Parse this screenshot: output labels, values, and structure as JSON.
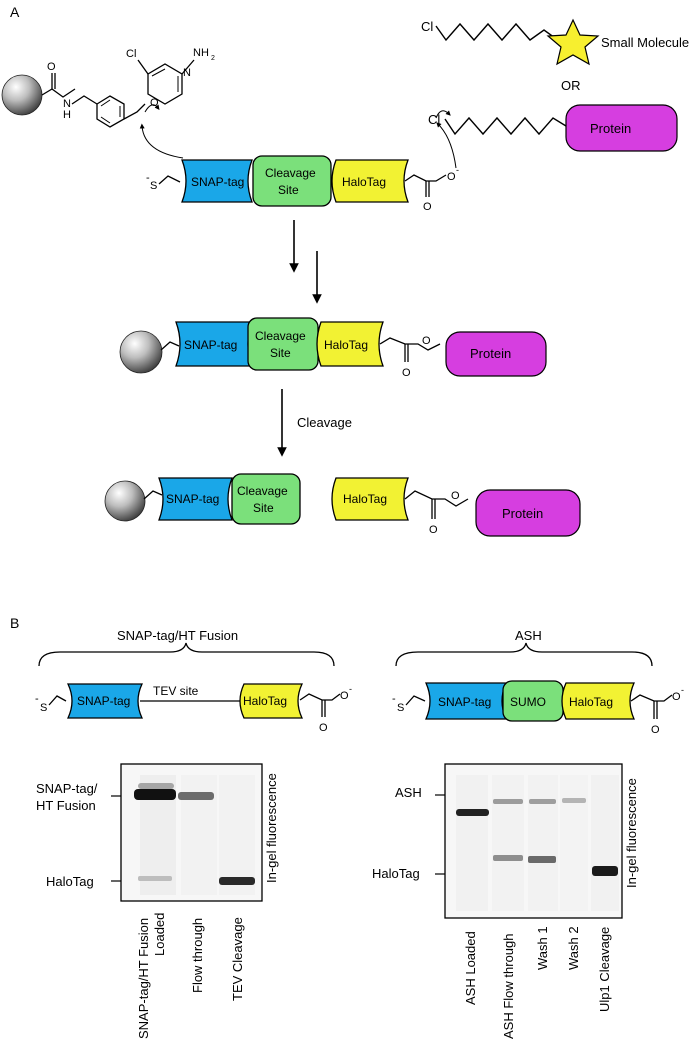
{
  "panel_a": {
    "label": "A",
    "small_molecule": {
      "cl": "Cl",
      "label": "Small Molecule"
    },
    "or_label": "OR",
    "chloroalkane_cl": "Cl",
    "protein_label": "Protein",
    "bg_pyrimidine": {
      "cl": "Cl",
      "nh": "NH",
      "sub2": "2",
      "n1": "N",
      "n2": "N",
      "o": "O"
    },
    "amide": {
      "o": "O",
      "nh": "N",
      "h": "H"
    },
    "thiolate": {
      "minus": "-",
      "s": "S"
    },
    "carboxylate": {
      "o": "O",
      "minus": "-"
    },
    "snap_tag": "SNAP-tag",
    "cleavage_site": [
      "Cleavage",
      "Site"
    ],
    "halotag": "HaloTag",
    "ester_o": "O",
    "cleavage_step": "Cleavage"
  },
  "panel_b": {
    "label": "B",
    "left": {
      "title": "SNAP-tag/HT Fusion",
      "tev_site": "TEV site",
      "snap_tag": "SNAP-tag",
      "halotag": "HaloTag",
      "gel_band_labels": [
        "SNAP-tag/",
        "HT Fusion",
        "HaloTag"
      ],
      "side_label": "In-gel fluorescence",
      "lanes": [
        "SNAP-tag/HT Fusion",
        "Loaded",
        "Flow through",
        "TEV Cleavage"
      ]
    },
    "right": {
      "title": "ASH",
      "snap_tag": "SNAP-tag",
      "sumo": "SUMO",
      "halotag": "HaloTag",
      "gel_band_labels": [
        "ASH",
        "HaloTag"
      ],
      "side_label": "In-gel fluorescence",
      "lanes": [
        "ASH  Loaded",
        "ASH Flow through",
        "Wash 1",
        "Wash 2",
        "Ulp1 Cleavage"
      ]
    }
  },
  "colors": {
    "snap": "#1aa7e8",
    "cleavage": "#7be07b",
    "halotag": "#f2f233",
    "protein": "#d63ee0",
    "star": "#f7ef2f"
  }
}
